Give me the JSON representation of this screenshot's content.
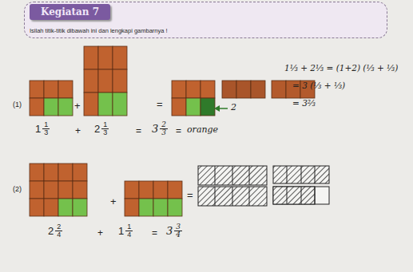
{
  "diagram": {
    "nodes": [
      {
        "text": [
          "Isilah titik-titik dibawah ini dan lengkapi gambarnya !"
        ]
      },
      {
        "text": [
          "Kegiatan 7"
        ],
        "in": 0
      }
    ],
    "labels": [
      "(1)",
      "+",
      "=",
      "2",
      "1",
      "1",
      "3",
      "+",
      "2",
      "1",
      "3",
      "=",
      "3",
      "2",
      "3",
      "=",
      "orange",
      "1⅓ + 2⅓ = (1+2) (⅓ + ⅓)",
      "= 3 (⅓ + ⅓)",
      "= 3⅔",
      "(2)",
      "+",
      "=",
      "2",
      "2",
      "4",
      "+",
      "1",
      "1",
      "4",
      "=",
      "3",
      "3",
      "4"
    ]
  }
}
